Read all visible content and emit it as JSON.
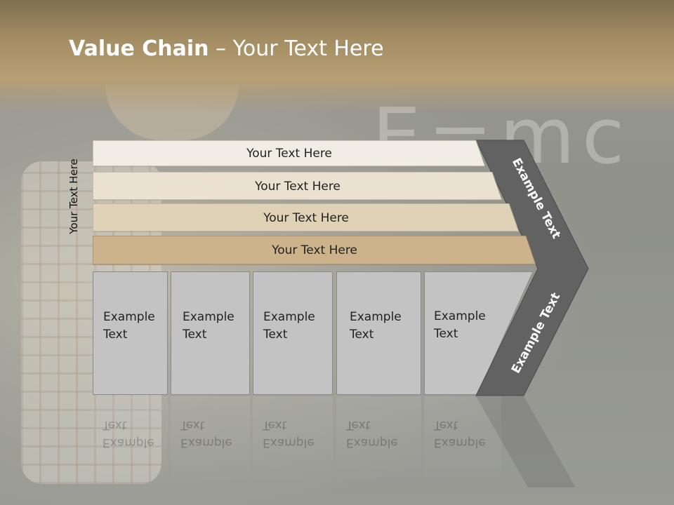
{
  "title": {
    "bold": "Value Chain",
    "rest": " – Your Text Here"
  },
  "side_label": "Your Text Here",
  "bars": [
    {
      "label": "Your Text Here",
      "color": "#f1ede4"
    },
    {
      "label": "Your Text Here",
      "color": "#ebe1d0"
    },
    {
      "label": "Your Text Here",
      "color": "#e0d2b6"
    },
    {
      "label": "Your Text Here",
      "color": "#cdb38b"
    }
  ],
  "boxes": [
    {
      "line1": "Example",
      "line2": "Text"
    },
    {
      "line1": "Example",
      "line2": "Text"
    },
    {
      "line1": "Example",
      "line2": "Text"
    },
    {
      "line1": "Example",
      "line2": "Text"
    },
    {
      "line1": "Example",
      "line2": "Text"
    }
  ],
  "chevron": {
    "upper_label": "Example Text",
    "lower_label": "Example Text",
    "color": "#626262"
  }
}
